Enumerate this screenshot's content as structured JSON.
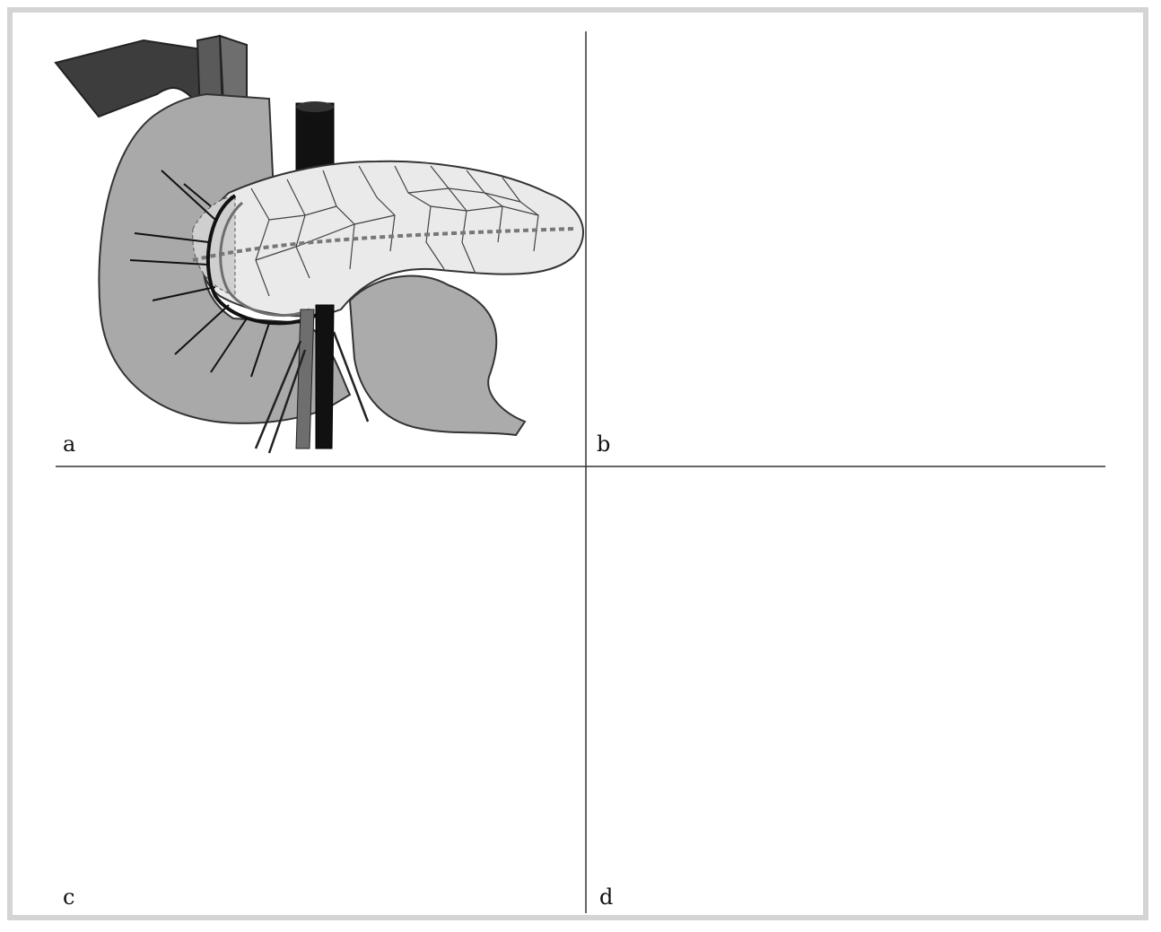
{
  "figure": {
    "panels": [
      {
        "id": "a",
        "label": "a"
      },
      {
        "id": "b",
        "label": "b"
      },
      {
        "id": "c",
        "label": "c"
      },
      {
        "id": "d",
        "label": "d"
      }
    ],
    "colors": {
      "background": "#ffffff",
      "frame": "#d4d4d4",
      "gallbladder": "#3d3d3d",
      "duodenum": "#a9a9a9",
      "duodenum_dark": "#8e8e8e",
      "pancreas": "#e8e8e8",
      "pancreas_light": "#f2f2f2",
      "colon": "#8a8a8a",
      "vessel_dark": "#111111",
      "vessel_mid": "#6e6e6e",
      "divider": "#333333"
    }
  }
}
